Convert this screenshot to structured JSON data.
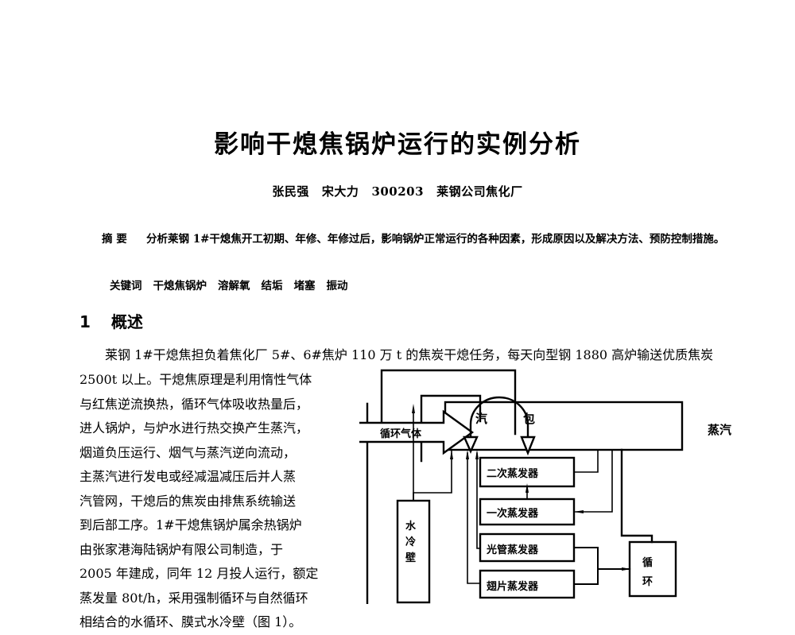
{
  "document": {
    "title": "影响干熄焦锅炉运行的实例分析",
    "authors_line": {
      "author1": "张民强",
      "author2": "宋大力",
      "postcode": "300203",
      "affiliation": "莱钢公司焦化厂"
    },
    "abstract": {
      "label": "摘 要",
      "text": "分析莱钢 1#干熄焦开工初期、年修、年修过后，影响锅炉正常运行的各种因素，形成原因以及解决方法、预防控制措施。"
    },
    "keywords": {
      "label": "关键词",
      "items": [
        "干熄焦锅炉",
        "溶解氧",
        "结垢",
        "堵塞",
        "振动"
      ]
    },
    "section": {
      "number": "1",
      "heading": "概述"
    },
    "body": {
      "first_line": "莱钢 1#干熄焦担负着焦化厂 5#、6#焦炉 110 万 t 的焦炭干熄任务，每天向型钢 1880 高炉输送优质焦炭",
      "column_lines": [
        "2500t 以上。干熄焦原理是利用惰性气体",
        "与红焦逆流换热，循环气体吸收热量后，",
        "进人锅炉，与炉水进行热交换产生蒸汽，",
        "烟道负压运行、烟气与蒸汽逆向流动，",
        "主蒸汽进行发电或经减温减压后并人蒸",
        "汽管网，干熄后的焦炭由排焦系统输送",
        "到后部工序。1#干熄焦锅炉属余热锅炉",
        "由张家港海陆锅炉有限公司制造，于",
        "2005 年建成，同年 12 月投人运行，额定",
        "蒸发量 80t/h，采用强制循环与自然循环",
        "相结合的水循环、膜式水冷壁（图 1）。"
      ]
    },
    "figure": {
      "labels": {
        "circulating_gas": "循环气体",
        "steam_drum_left": "汽",
        "steam_drum_right": "包",
        "steam": "蒸汽",
        "water_wall": "水冷壁",
        "secondary_evaporator": "二次蒸发器",
        "primary_evaporator": "一次蒸发器",
        "bare_tube_evaporator": "光管蒸发器",
        "finned_evaporator": "翅片蒸发器",
        "circulation_top": "循",
        "circulation_bottom": "环"
      }
    },
    "colors": {
      "ink": "#000000",
      "page": "#ffffff"
    }
  }
}
